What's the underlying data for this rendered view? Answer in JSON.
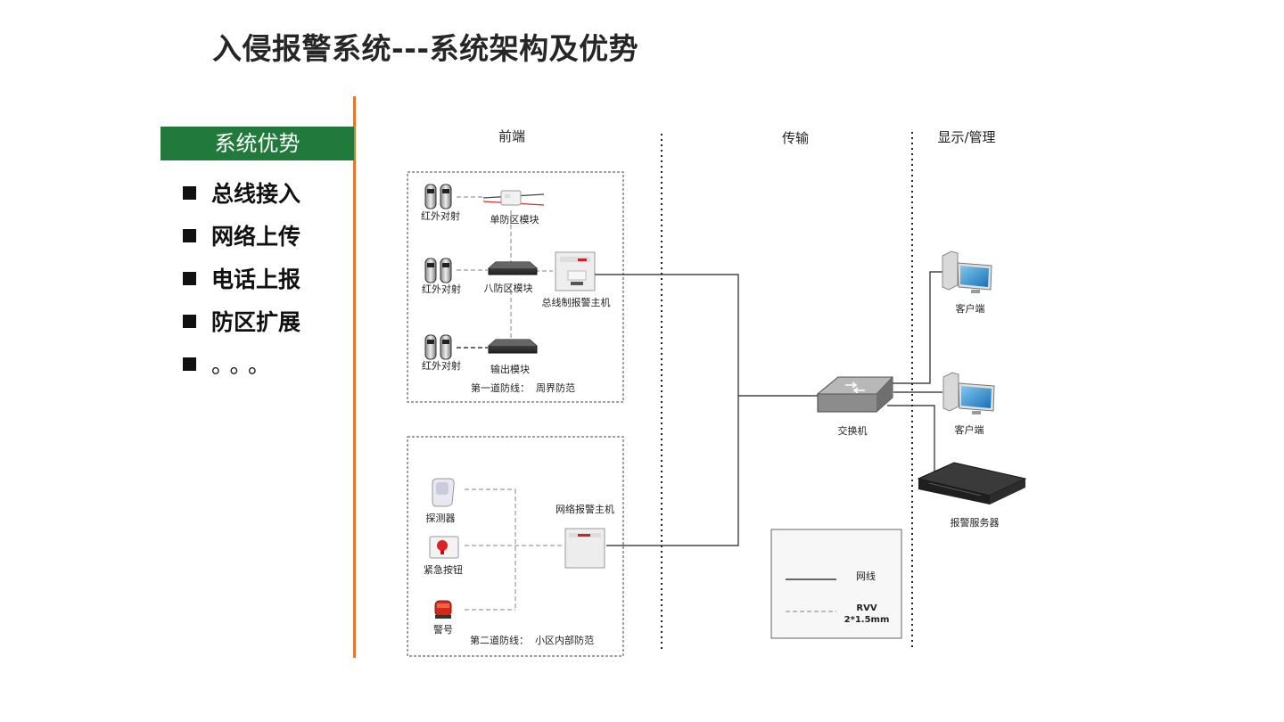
{
  "title": "入侵报警系统---系统架构及优势",
  "advantages": {
    "header": "系统优势",
    "items": [
      "总线接入",
      "网络上传",
      "电话上报",
      "防区扩展",
      "。。。"
    ]
  },
  "diagram": {
    "columns": {
      "front": "前端",
      "transport": "传输",
      "display": "显示/管理"
    },
    "zone1": {
      "ir1": "红外对射",
      "ir2": "红外对射",
      "ir3": "红外对射",
      "single_module": "单防区模块",
      "eight_module": "八防区模块",
      "output_module": "输出模块",
      "bus_host": "总线制报警主机",
      "caption": "第一道防线：  周界防范"
    },
    "zone2": {
      "detector": "探测器",
      "button": "紧急按钮",
      "siren": "警号",
      "net_host": "网络报警主机",
      "caption": "第二道防线：  小区内部防范"
    },
    "switch": "交换机",
    "client1": "客户端",
    "client2": "客户端",
    "server": "报警服务器",
    "legend": {
      "net": "网线",
      "rvv1": "RVV",
      "rvv2": "2*1.5mm"
    }
  }
}
